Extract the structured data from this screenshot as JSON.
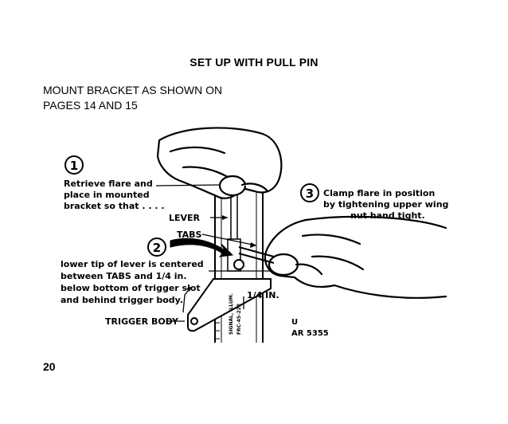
{
  "page": {
    "heading": "SET UP WITH PULL PIN",
    "intro": [
      "MOUNT BRACKET AS SHOWN ON",
      "PAGES 14 AND 15"
    ],
    "page_number": "20"
  },
  "figure": {
    "step1": {
      "number": "1",
      "lines": [
        "Retrieve flare and",
        "place in mounted",
        "bracket so that . . . ."
      ]
    },
    "step2": {
      "number": "2",
      "lines": [
        "lower tip of lever is centered",
        "between TABS and 1/4 in.",
        "below bottom of trigger slot",
        "and behind trigger body."
      ]
    },
    "step3": {
      "number": "3",
      "lines": [
        "Clamp flare in position",
        "by tightening upper wing",
        "nut hand tight."
      ]
    },
    "labels": {
      "lever": "LEVER",
      "tabs": "TABS",
      "trigger_body": "TRIGGER BODY",
      "quarter_inch": "1/4 IN.",
      "u_mark": "U",
      "part_code": "AR 5355"
    },
    "flare_text": [
      "SIGNAL, ILLUM.",
      "FRC-45-222"
    ]
  }
}
